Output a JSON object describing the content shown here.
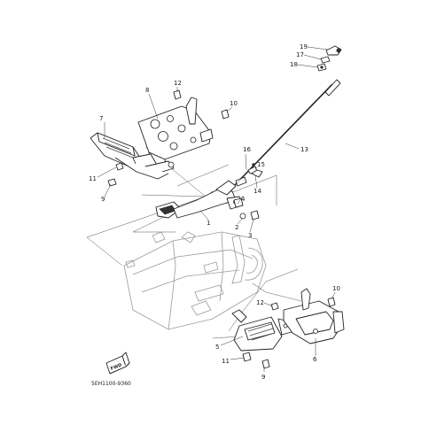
{
  "diagram": {
    "callouts": {
      "c1": "1",
      "c2": "2",
      "c3": "3",
      "c4": "4",
      "c5": "5",
      "c6": "6",
      "c7": "7",
      "c8": "8",
      "c9a": "9",
      "c9b": "9",
      "c10a": "10",
      "c10b": "10",
      "c11a": "11",
      "c11b": "11",
      "c12a": "12",
      "c12b": "12",
      "c13": "13",
      "c14": "14",
      "c15": "15",
      "c16": "16",
      "c17": "17",
      "c18": "18",
      "c19": "19"
    },
    "fwd_label": "FWD",
    "figure_code": "5EH1100-9360"
  }
}
